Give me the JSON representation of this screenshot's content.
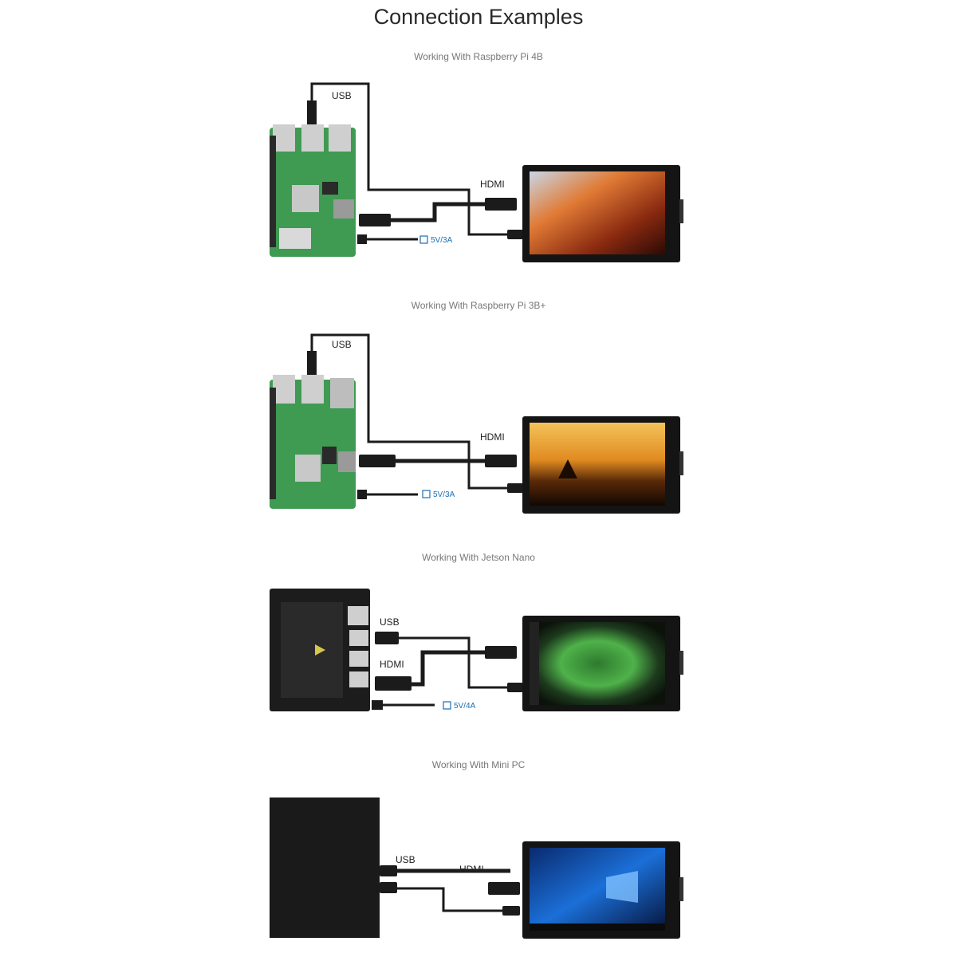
{
  "page": {
    "title": "Connection Examples"
  },
  "sections": [
    {
      "title": "Working With Raspberry Pi 4B",
      "usb_label": "USB",
      "hdmi_label": "HDMI",
      "power_label": "5V/3A"
    },
    {
      "title": "Working With Raspberry Pi 3B+",
      "usb_label": "USB",
      "hdmi_label": "HDMI",
      "power_label": "5V/3A"
    },
    {
      "title": "Working With Jetson Nano",
      "usb_label": "USB",
      "hdmi_label": "HDMI",
      "power_label": "5V/4A"
    },
    {
      "title": "Working With Mini PC",
      "usb_label": "USB",
      "hdmi_label": "HDMI"
    }
  ],
  "colors": {
    "pi_board": "#3f9a52",
    "jetson_board": "#1c1c1c",
    "minipc_case": "#1a1a1a",
    "display_bezel": "#141414",
    "cable": "#1b1b1b",
    "power_accent": "#1e6fb0"
  }
}
